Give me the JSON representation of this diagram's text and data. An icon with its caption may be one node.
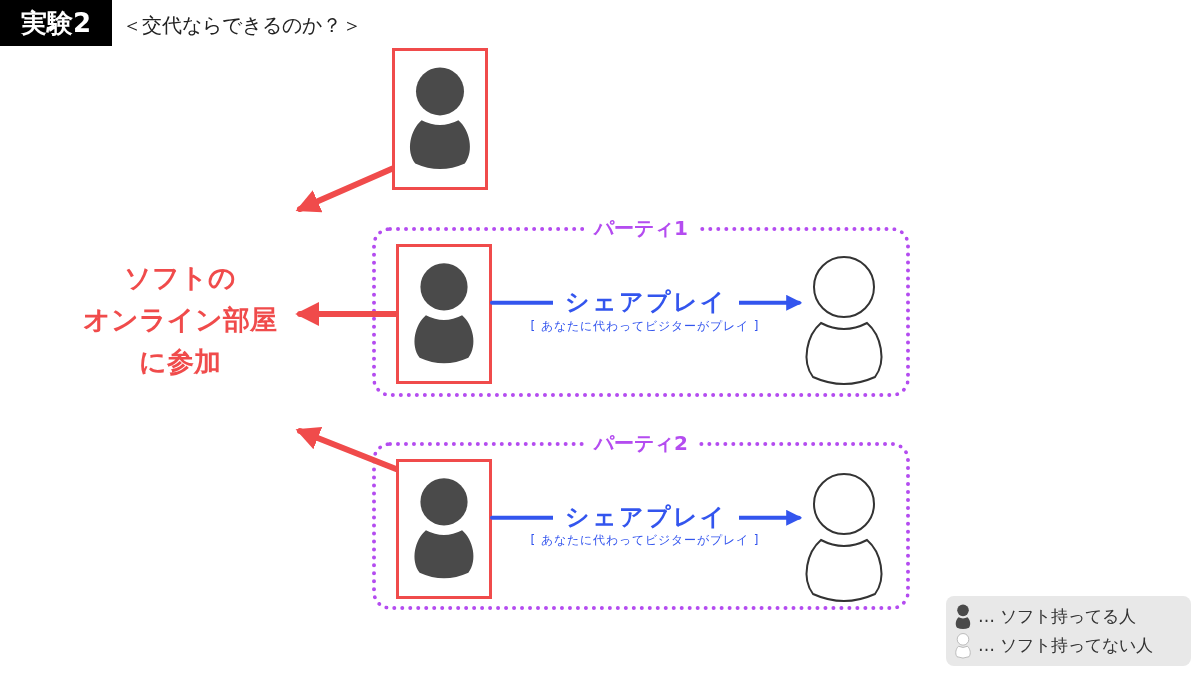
{
  "diagram": {
    "title": "実験2",
    "nodes": [
      {
        "text": [],
        "shape": "person"
      },
      {
        "text": [
          "ソフトのオンライン部屋に参加"
        ]
      },
      {
        "text": [
          "パーティ1"
        ]
      },
      {
        "text": [],
        "shape": "person",
        "in": 2
      },
      {
        "text": [],
        "shape": "person",
        "in": 2
      },
      {
        "text": [
          "パーティ2"
        ]
      },
      {
        "text": [],
        "shape": "person",
        "in": 5
      },
      {
        "text": [],
        "shape": "person",
        "in": 5
      }
    ],
    "edges": [
      {
        "from": 0,
        "to": 1,
        "arrow": "to"
      },
      {
        "from": 3,
        "to": 1,
        "arrow": "to"
      },
      {
        "from": 6,
        "to": 1,
        "arrow": "to"
      },
      {
        "from": 3,
        "to": 4,
        "arrow": "to",
        "label": "シェアプレイ",
        "color": "#3355ee"
      },
      {
        "from": 6,
        "to": 7,
        "arrow": "to",
        "label": "シェアプレイ",
        "color": "#3355ee"
      }
    ],
    "labels": [
      "＜交代ならできるのか？＞",
      "[ あなたに代わってビジターがプレイ ]",
      "[ あなたに代わってビジターがプレイ ]"
    ],
    "legend": [
      {
        "text": "… ソフト持ってる人"
      },
      {
        "text": "… ソフト持ってない人"
      }
    ]
  }
}
